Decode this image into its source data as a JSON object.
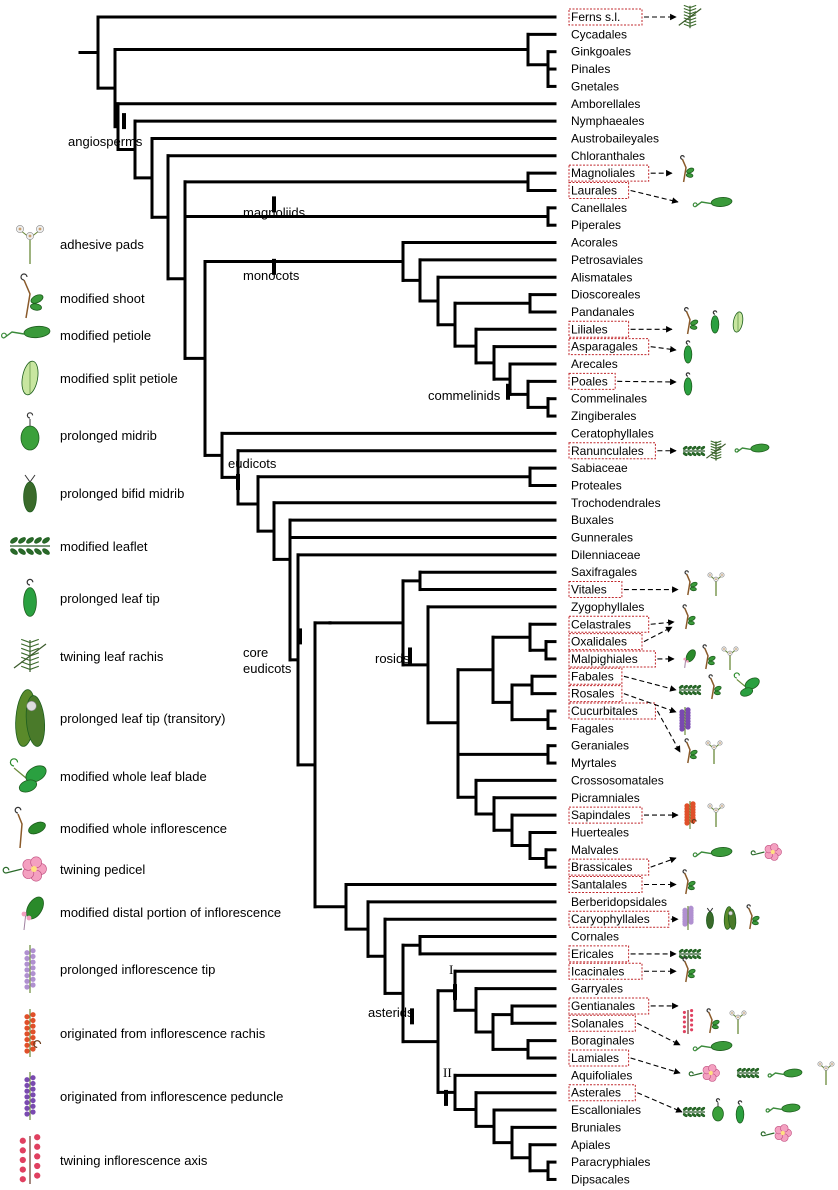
{
  "taxa": [
    "Ferns s.l.",
    "Cycadales",
    "Ginkgoales",
    "Pinales",
    "Gnetales",
    "Amborellales",
    "Nymphaeales",
    "Austrobaileyales",
    "Chloranthales",
    "Magnoliales",
    "Laurales",
    "Canellales",
    "Piperales",
    "Acorales",
    "Petrosaviales",
    "Alismatales",
    "Dioscoreales",
    "Pandanales",
    "Liliales",
    "Asparagales",
    "Arecales",
    "Poales",
    "Commelinales",
    "Zingiberales",
    "Ceratophyllales",
    "Ranunculales",
    "Sabiaceae",
    "Proteales",
    "Trochodendrales",
    "Buxales",
    "Gunnerales",
    "Dilenniaceae",
    "Saxifragales",
    "Vitales",
    "Zygophyllales",
    "Celastrales",
    "Oxalidales",
    "Malpighiales",
    "Fabales",
    "Rosales",
    "Cucurbitales",
    "Fagales",
    "Geraniales",
    "Myrtales",
    "Crossosomatales",
    "Picramniales",
    "Sapindales",
    "Huerteales",
    "Malvales",
    "Brassicales",
    "Santalales",
    "Berberidopsidales",
    "Caryophyllales",
    "Cornales",
    "Ericales",
    "Icacinales",
    "Garryales",
    "Gentianales",
    "Solanales",
    "Boraginales",
    "Lamiales",
    "Aquifoliales",
    "Asterales",
    "Escalloniales",
    "Bruniales",
    "Apiales",
    "Paracryphiales",
    "Dipsacales"
  ],
  "highlighted": [
    "Ferns s.l.",
    "Magnoliales",
    "Laurales",
    "Liliales",
    "Asparagales",
    "Poales",
    "Ranunculales",
    "Vitales",
    "Celastrales",
    "Oxalidales",
    "Malpighiales",
    "Fabales",
    "Rosales",
    "Cucurbitales",
    "Sapindales",
    "Brassicales",
    "Santalales",
    "Caryophyllales",
    "Ericales",
    "Icacinales",
    "Gentianales",
    "Solanales",
    "Lamiales",
    "Asterales"
  ],
  "clades": {
    "angiosperms": "angiosperms",
    "magnoliids": "magnoliids",
    "monocots": "monocots",
    "commelinids": "commelinids",
    "eudicots": "eudicots",
    "core1": "core",
    "core2": "eudicots",
    "rosids": "rosids",
    "asterids": "asterids",
    "groupI": "I",
    "groupII": "II"
  },
  "legend": [
    "adhesive pads",
    "modified shoot",
    "modified petiole",
    "modified split petiole",
    "prolonged midrib",
    "prolonged bifid midrib",
    "modified leaflet",
    "prolonged leaf tip",
    "twining leaf rachis",
    "prolonged leaf tip (transitory)",
    "modified whole leaf blade",
    "modified whole inflorescence",
    "twining pedicel",
    "modified distal portion of inflorescence",
    "prolonged inflorescence tip",
    "originated from inflorescence rachis",
    "originated from inflorescence peduncle",
    "twining inflorescence axis"
  ],
  "colors": {
    "branch": "#000000",
    "highlight_box": "#c0282d",
    "leaf_green": "#3a9a3a",
    "flower_pink": "#f4a0c0",
    "inflorescence_red": "#e0502a",
    "inflorescence_purple": "#7a4ab0",
    "stem_brown": "#8a5a2a"
  }
}
